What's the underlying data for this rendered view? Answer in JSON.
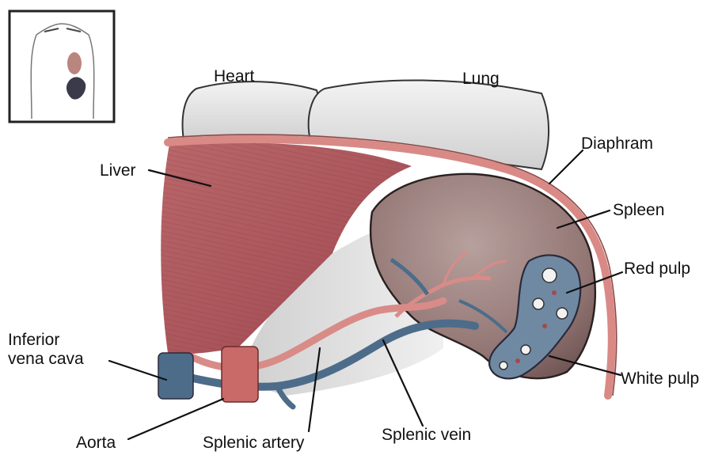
{
  "labels": {
    "heart": "Heart",
    "lung": "Lung",
    "liver": "Liver",
    "diaphram": "Diaphram",
    "spleen": "Spleen",
    "red_pulp": "Red pulp",
    "white_pulp": "White pulp",
    "inferior_vena_cava_line1": "Inferior",
    "inferior_vena_cava_line2": "vena cava",
    "aorta": "Aorta",
    "splenic_artery": "Splenic artery",
    "splenic_vein": "Splenic vein"
  },
  "colors": {
    "liver": "#b0585a",
    "liver_dark": "#8e3e42",
    "spleen": "#8f7372",
    "spleen_light": "#b39b98",
    "lung": "#e3e3e3",
    "diaphragm": "#d98a86",
    "artery": "#d98b88",
    "vein": "#4d6c8a",
    "pulp_cluster": "#6f8aa4"
  }
}
